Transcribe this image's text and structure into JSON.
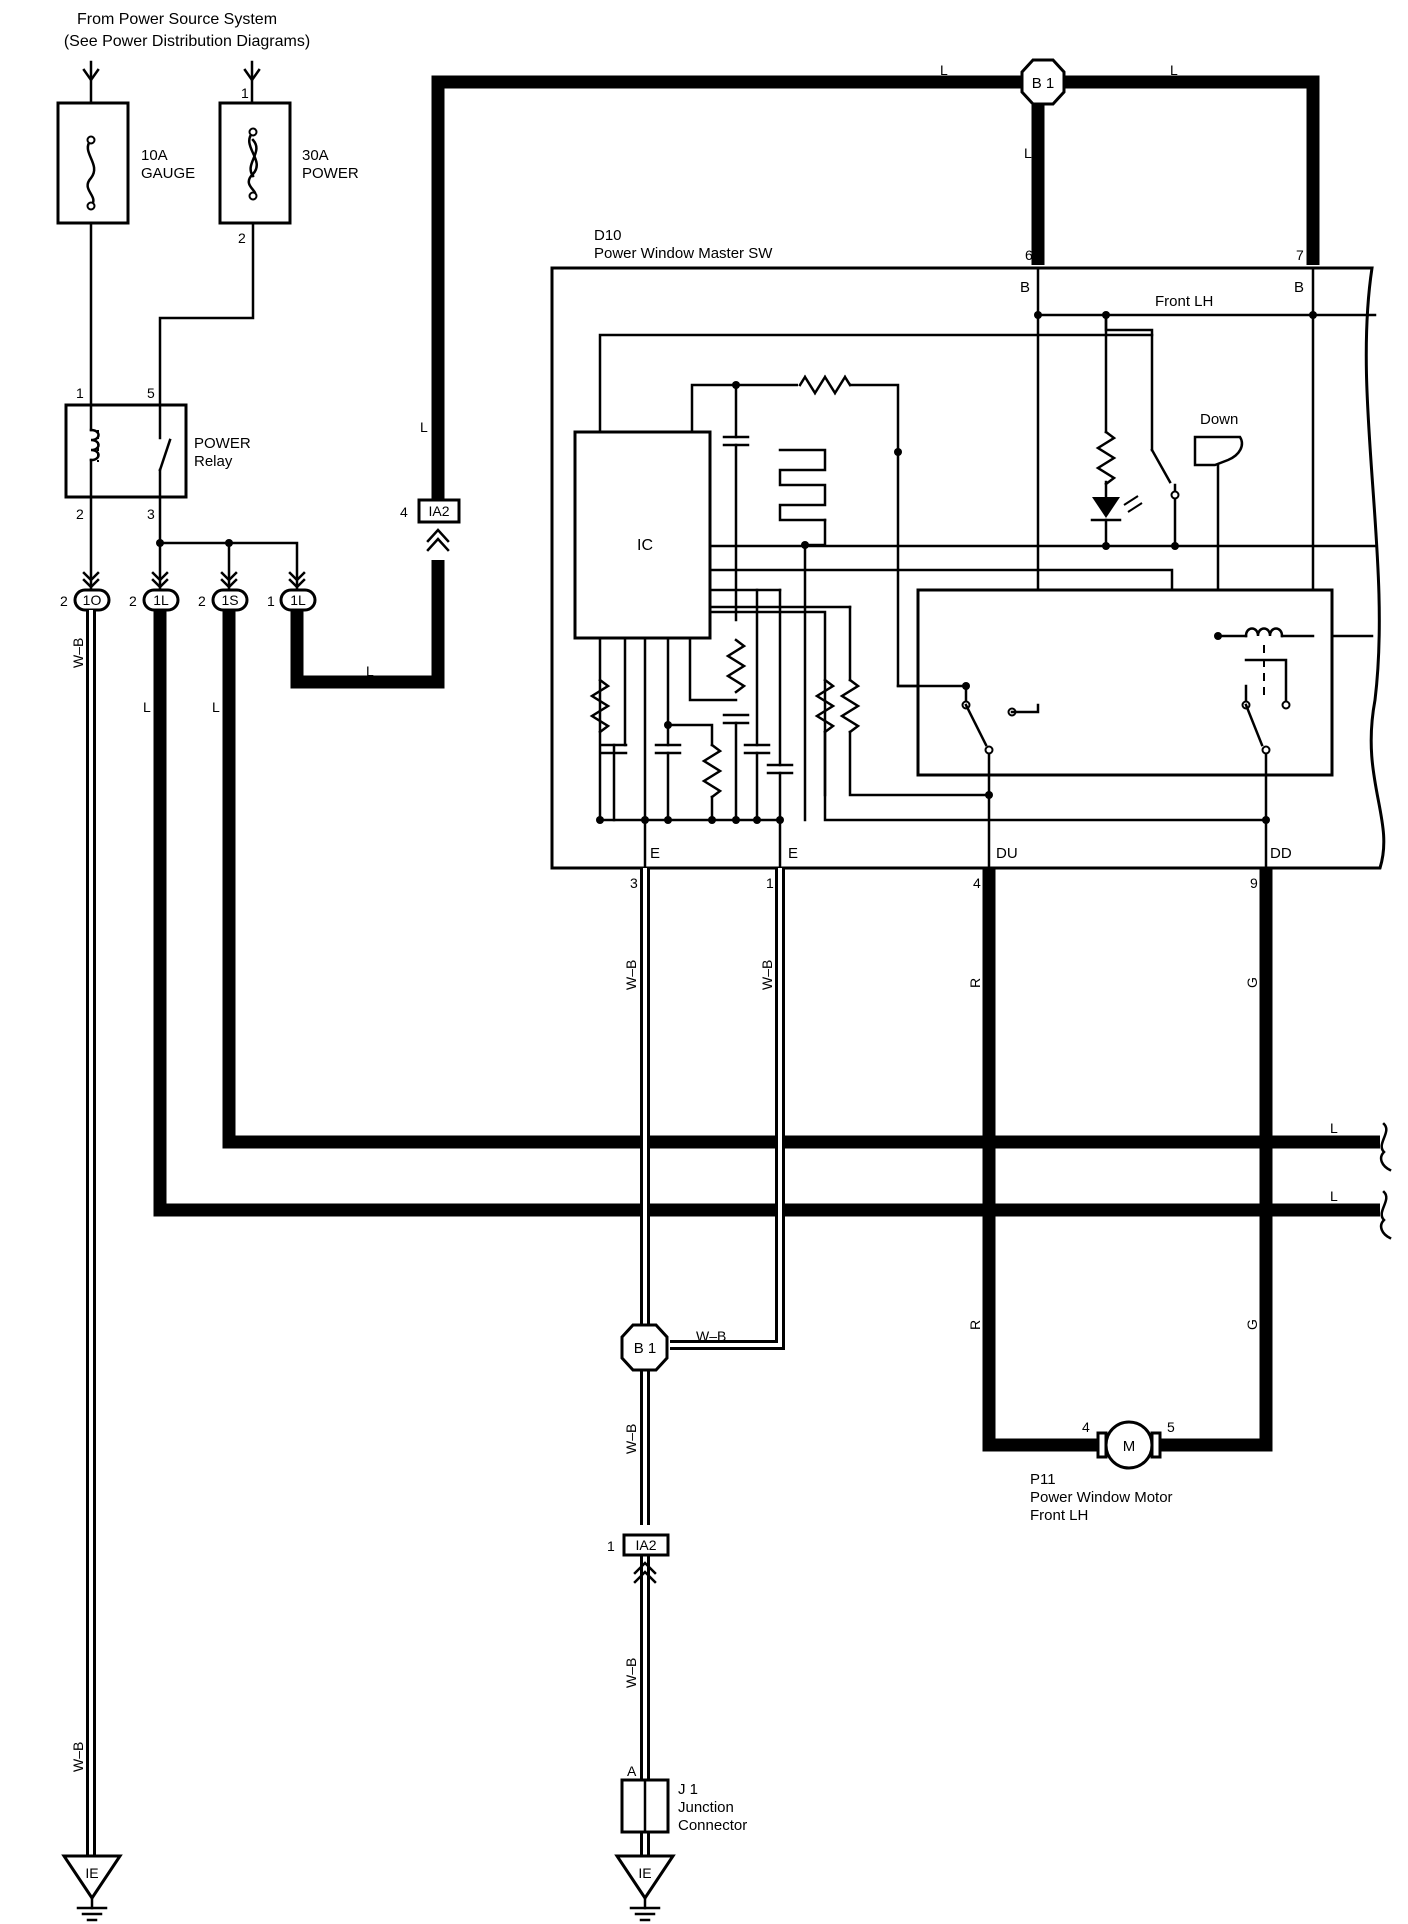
{
  "header": {
    "line1": "From Power Source System",
    "line2": "(See Power Distribution Diagrams)"
  },
  "fuses": [
    {
      "rating": "10A",
      "name": "GAUGE"
    },
    {
      "rating": "30A",
      "name": "POWER"
    }
  ],
  "relay": {
    "line1": "POWER",
    "line2": "Relay"
  },
  "pins": {
    "fp1": "1",
    "fp2": "2",
    "r1": "1",
    "r5": "5",
    "r2": "2",
    "r3": "3",
    "c1o": "2",
    "c1la": "2",
    "c1s": "2",
    "c1lb": "1",
    "ia2top": "4",
    "ia2low": "1",
    "d10p6": "6",
    "d10p7": "7",
    "d10p3": "3",
    "d10p1": "1",
    "d10p4": "4",
    "d10p9": "9",
    "j1a": "A",
    "m4": "4",
    "m5": "5"
  },
  "connectors": {
    "c1o": "1O",
    "c1l": "1L",
    "c1s": "1S",
    "ia2": "IA2"
  },
  "splices": {
    "b1": "B 1"
  },
  "wires": {
    "L": "L",
    "WB": "W–B",
    "R": "R",
    "G": "G"
  },
  "master_switch": {
    "code": "D10",
    "name": "Power Window Master SW",
    "section_label": "Front LH",
    "down_label": "Down",
    "ic_label": "IC"
  },
  "terminals": {
    "B": "B",
    "E": "E",
    "DU": "DU",
    "DD": "DD"
  },
  "junction": {
    "code": "J 1",
    "line1": "Junction",
    "line2": "Connector"
  },
  "grounds": {
    "ie": "IE"
  },
  "motor": {
    "symbol": "M",
    "code": "P11",
    "line1": "Power Window Motor",
    "line2": "Front LH"
  }
}
